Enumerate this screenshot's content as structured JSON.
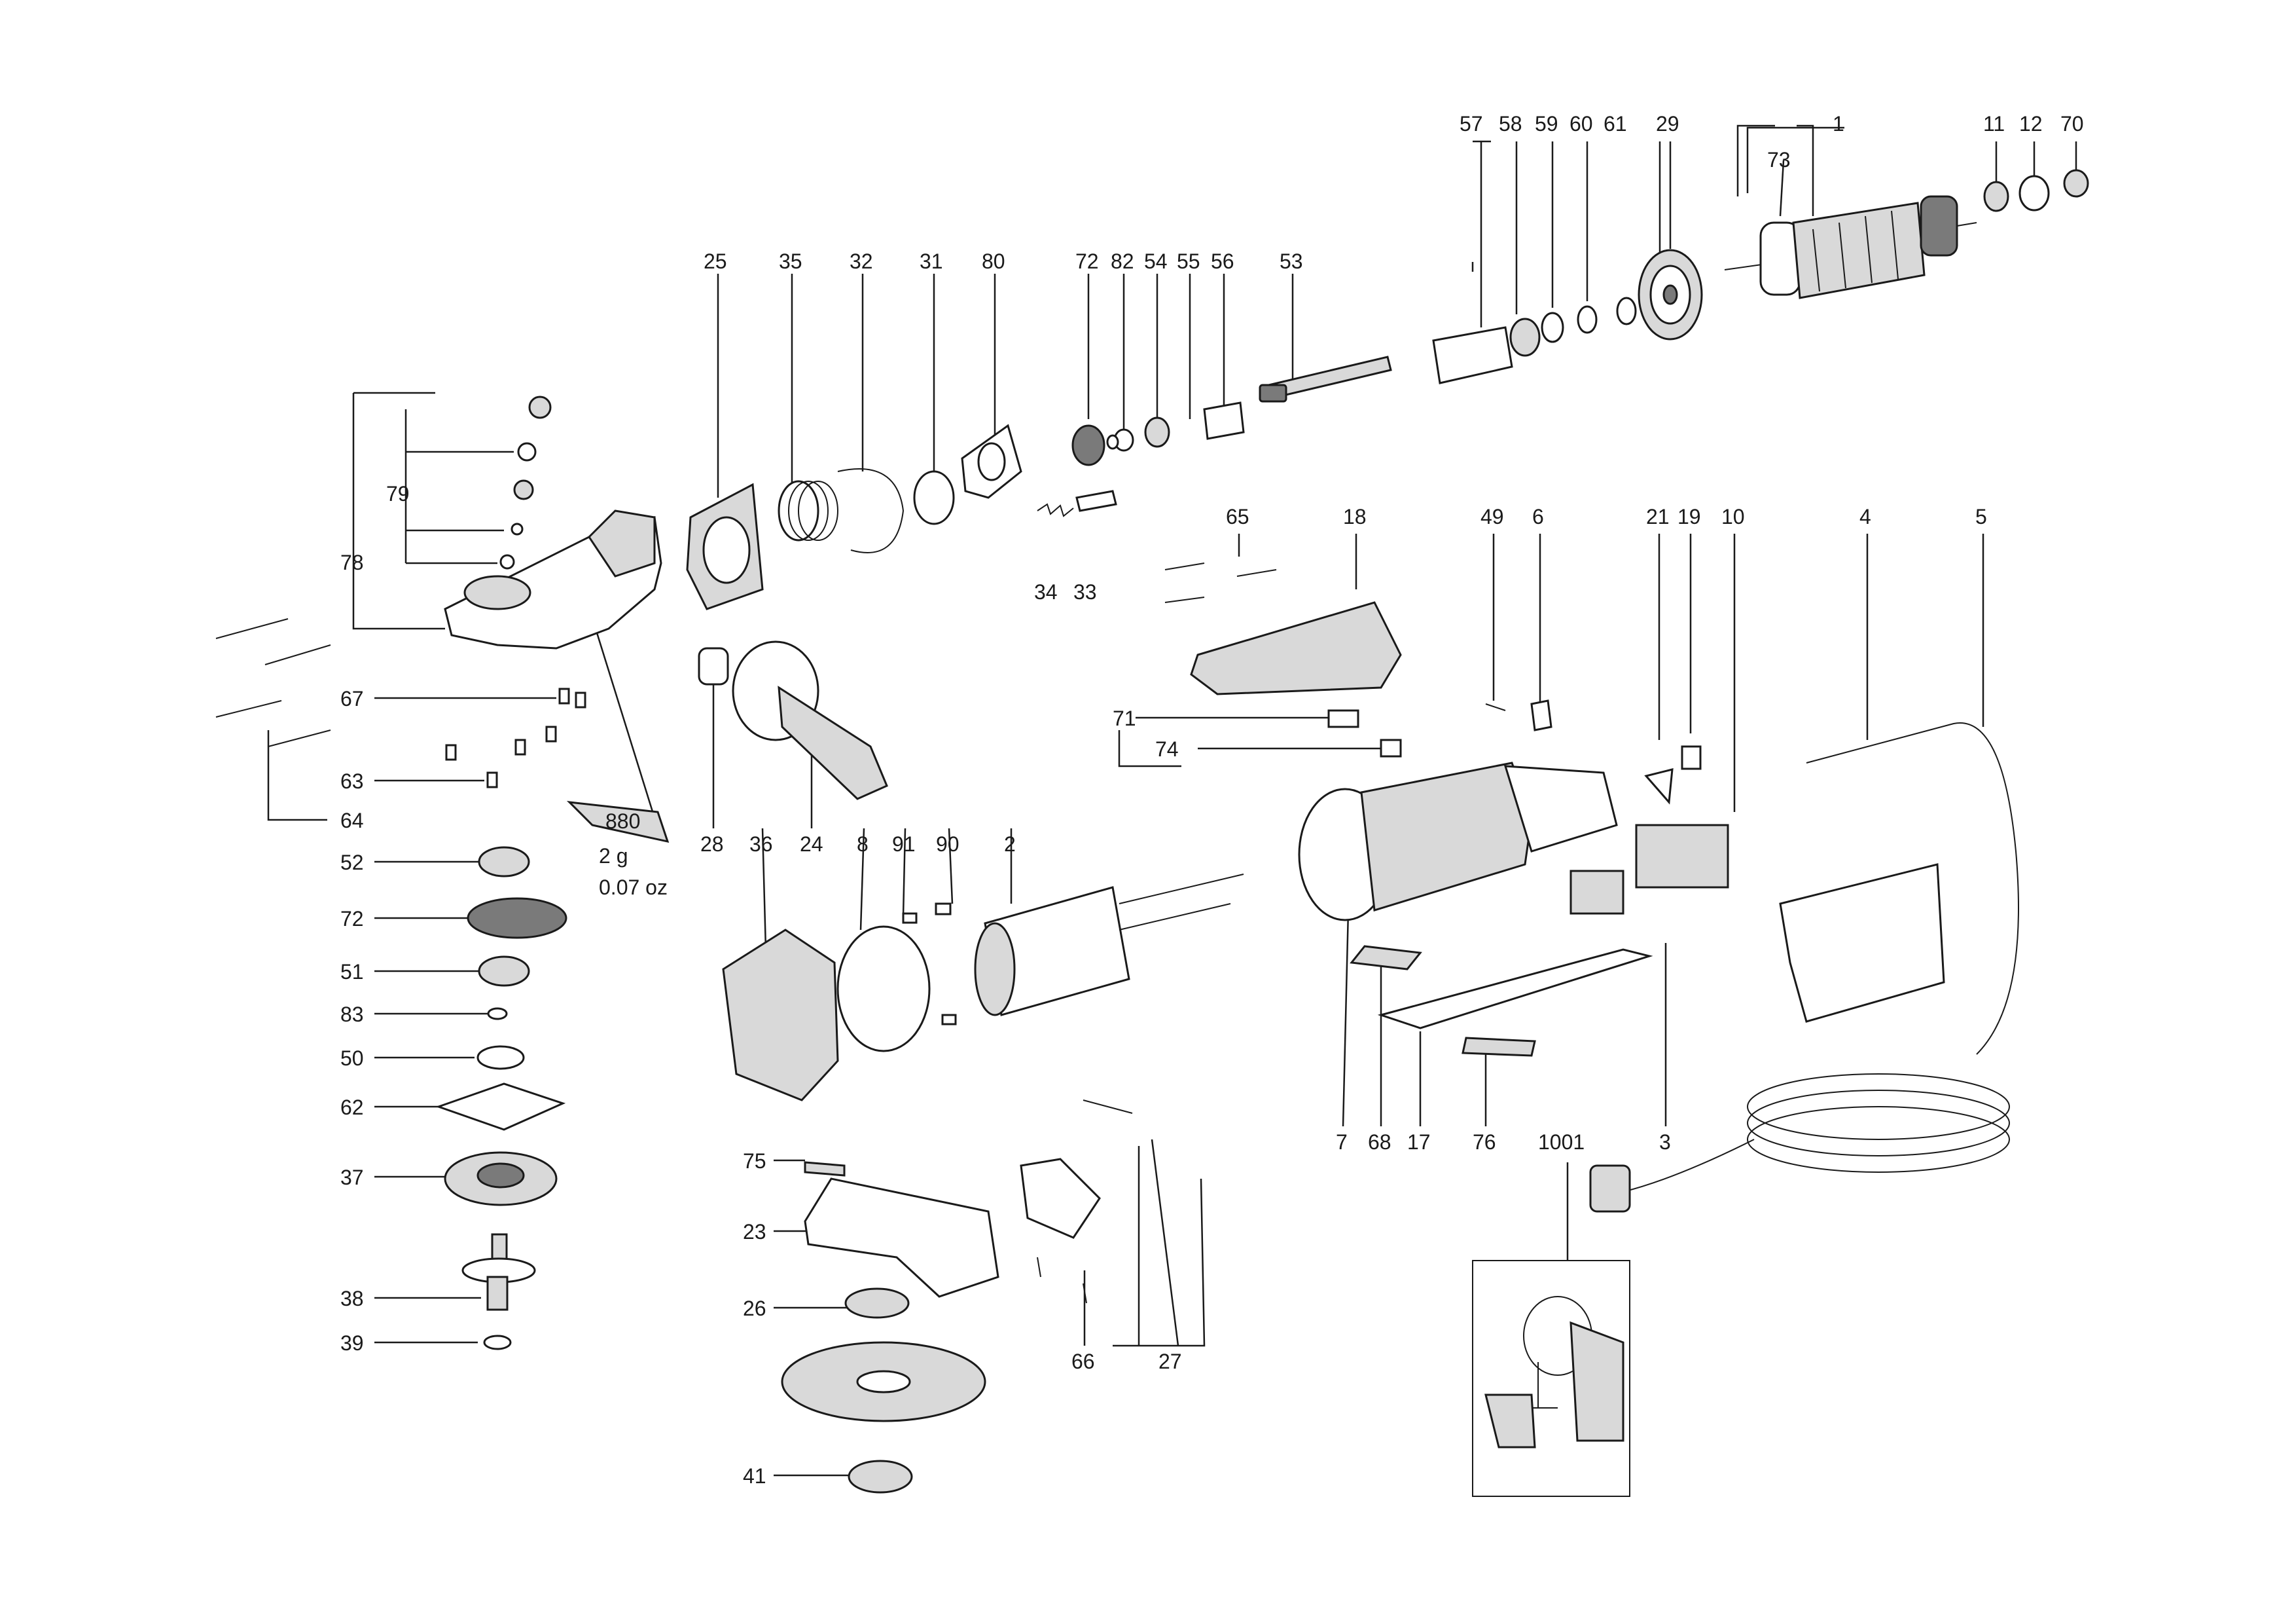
{
  "diagram": {
    "labels": {
      "p1": "1",
      "p2": "2",
      "p3": "3",
      "p4": "4",
      "p5": "5",
      "p6": "6",
      "p7": "7",
      "p8": "8",
      "p10": "10",
      "p11": "11",
      "p12": "12",
      "p17": "17",
      "p18": "18",
      "p19": "19",
      "p21": "21",
      "p23": "23",
      "p24": "24",
      "p25": "25",
      "p26": "26",
      "p27": "27",
      "p28": "28",
      "p29": "29",
      "p31": "31",
      "p32": "32",
      "p33": "33",
      "p34": "34",
      "p35": "35",
      "p36": "36",
      "p37": "37",
      "p38": "38",
      "p39": "39",
      "p41": "41",
      "p49": "49",
      "p50": "50",
      "p51": "51",
      "p52": "52",
      "p53": "53",
      "p54": "54",
      "p55": "55",
      "p56": "56",
      "p57": "57",
      "p58": "58",
      "p59": "59",
      "p60": "60",
      "p61": "61",
      "p62": "62",
      "p63": "63",
      "p64": "64",
      "p65": "65",
      "p66": "66",
      "p67": "67",
      "p68": "68",
      "p70": "70",
      "p71": "71",
      "p72a": "72",
      "p72b": "72",
      "p73": "73",
      "p74": "74",
      "p75": "75",
      "p76": "76",
      "p78": "78",
      "p79": "79",
      "p80": "80",
      "p82": "82",
      "p83": "83",
      "p90": "90",
      "p91": "91",
      "p880": "880",
      "p1001": "1001"
    },
    "grease": {
      "weight_g": "2 g",
      "weight_oz": "0.07 oz"
    }
  }
}
